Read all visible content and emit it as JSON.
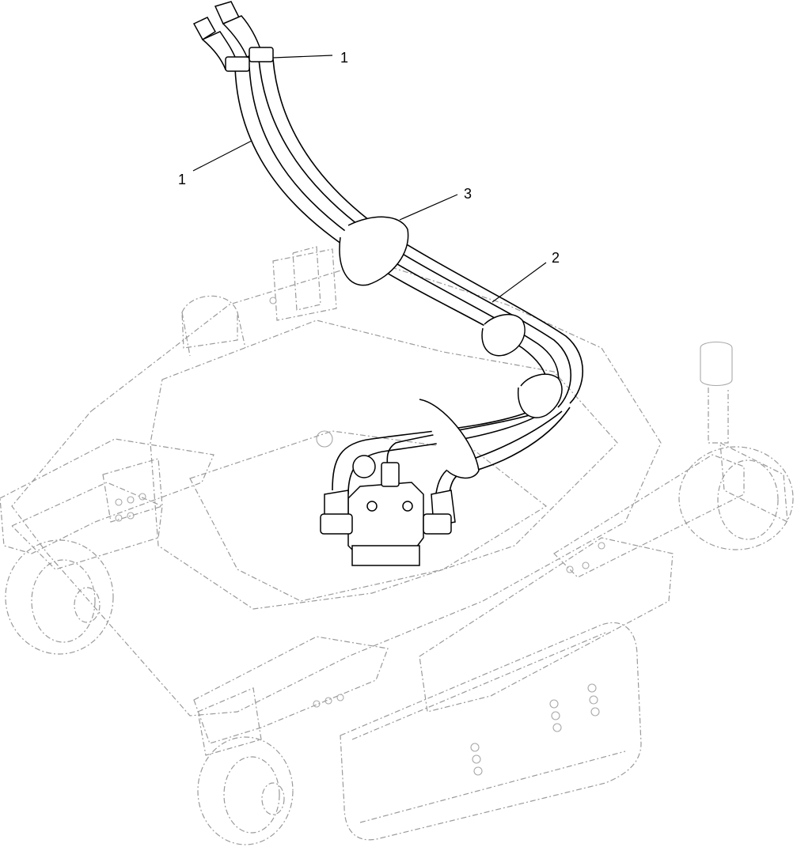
{
  "callouts": [
    {
      "id": "c1a",
      "label": "1"
    },
    {
      "id": "c1b",
      "label": "1"
    },
    {
      "id": "c3",
      "label": "3"
    },
    {
      "id": "c2",
      "label": "2"
    }
  ],
  "colors": {
    "hose_line": "#000000",
    "deck_line": "#9a9a9a",
    "background": "#ffffff"
  }
}
